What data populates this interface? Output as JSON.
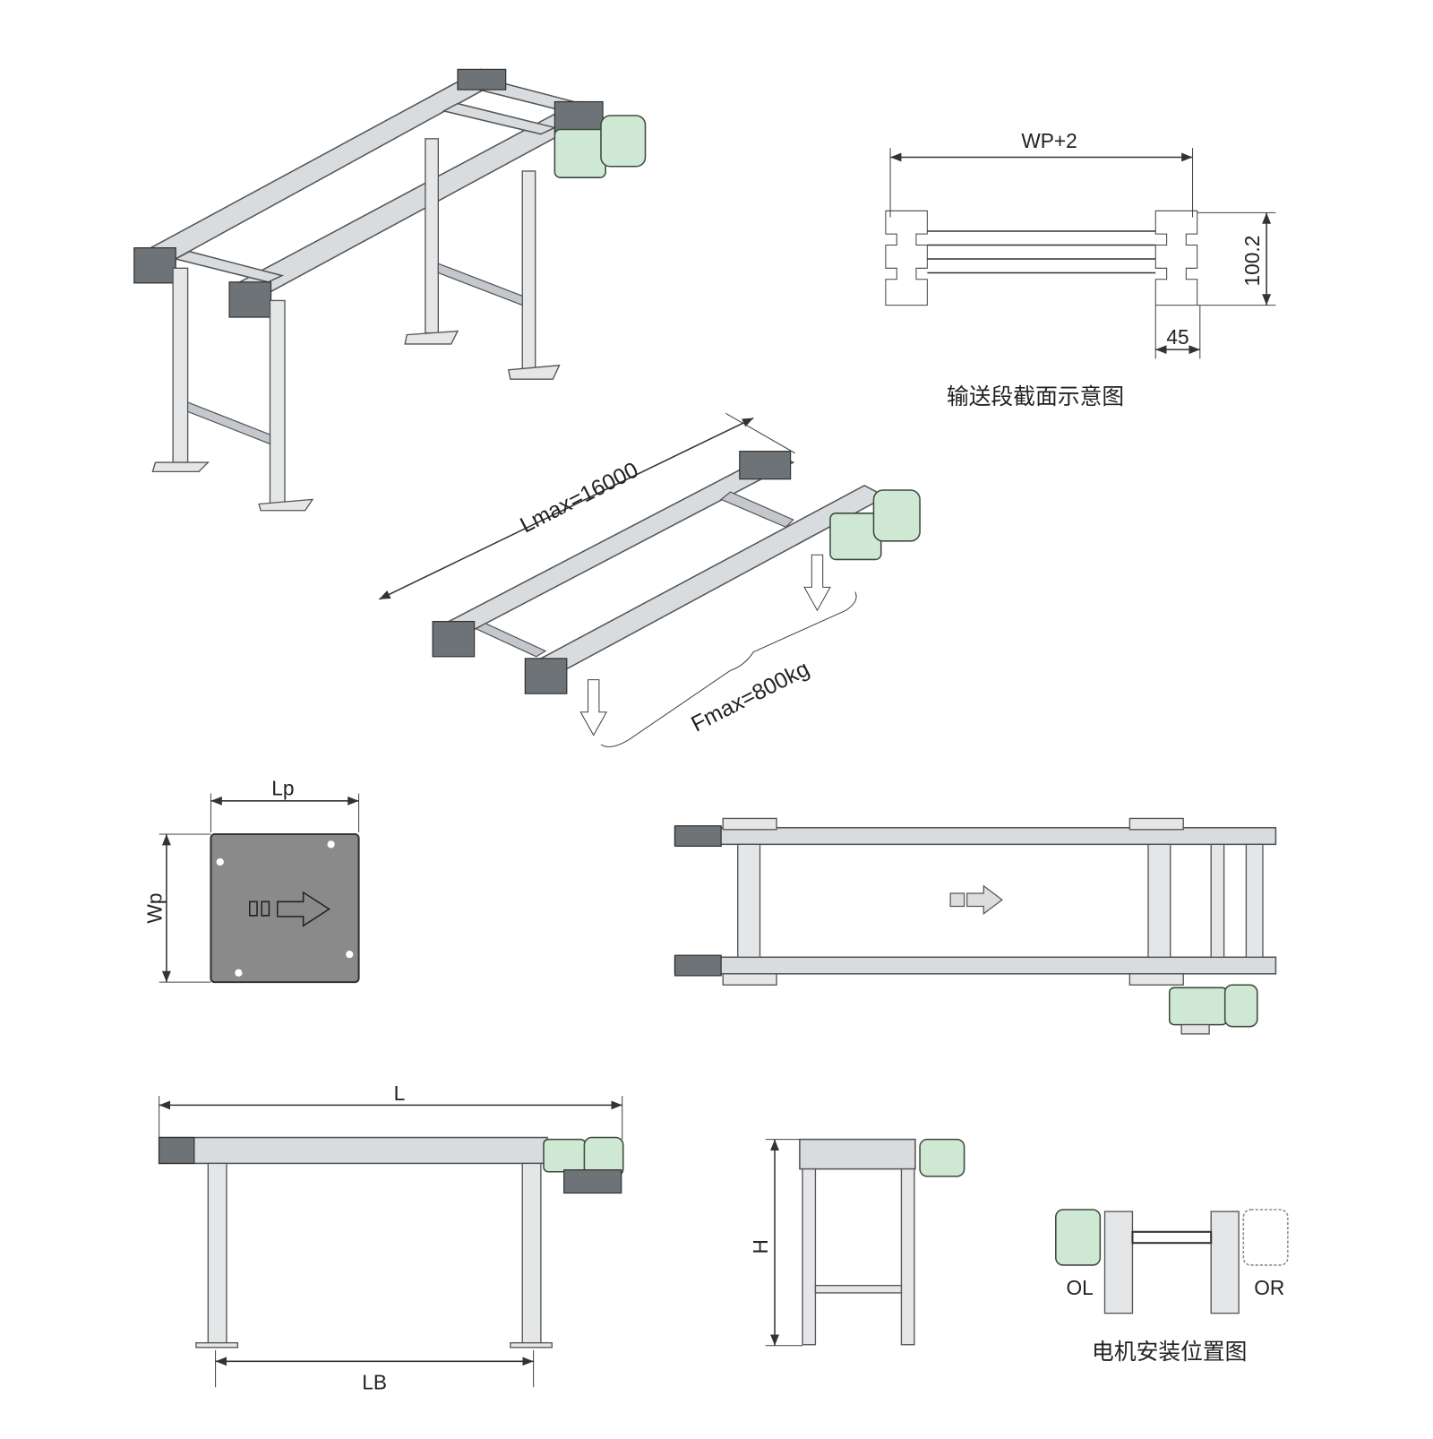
{
  "cross_section": {
    "width_label": "WP+2",
    "height_label": "100.2",
    "profile_label": "45",
    "caption": "输送段截面示意图"
  },
  "iso_view": {
    "length_label": "Lmax=16000",
    "load_label": "Fmax=800kg"
  },
  "pallet": {
    "length_label": "Lp",
    "width_label": "Wp"
  },
  "side_view": {
    "length_label": "L",
    "leg_span_label": "LB"
  },
  "end_view": {
    "height_label": "H"
  },
  "motor_position": {
    "left_label": "OL",
    "right_label": "OR",
    "caption": "电机安装位置图"
  },
  "colors": {
    "motor": "#cfe8d3",
    "frame": "#d9dcdf",
    "pallet": "#8a8a8a"
  }
}
